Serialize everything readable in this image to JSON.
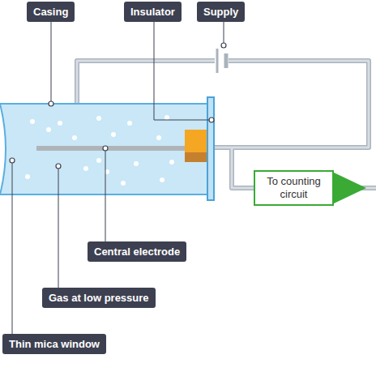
{
  "diagram": {
    "nodes": [
      {
        "text": [
          "Casing"
        ]
      },
      {
        "text": [
          "Insulator"
        ]
      },
      {
        "text": [
          "Supply"
        ]
      },
      {
        "text": [
          "To counting circuit"
        ]
      },
      {
        "text": [
          "Central electrode"
        ]
      },
      {
        "text": [
          "Gas at low pressure"
        ]
      },
      {
        "text": [
          "Thin mica window"
        ]
      }
    ]
  }
}
